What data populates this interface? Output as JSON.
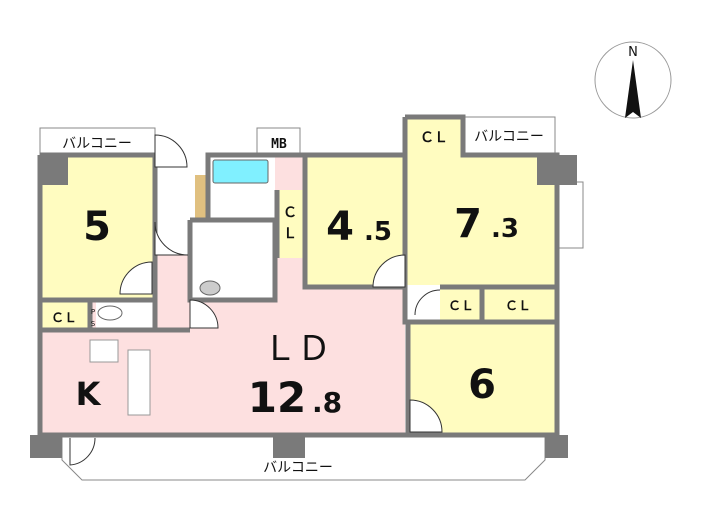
{
  "plan": {
    "rooms": {
      "room5": {
        "label": "5"
      },
      "room45": {
        "main": "4",
        "decimal": ".5"
      },
      "room73": {
        "main": "7",
        "decimal": ".3"
      },
      "room6": {
        "label": "6"
      },
      "ld": {
        "label": "ＬＤ",
        "main": "12",
        "decimal": ".8"
      },
      "kitchen": {
        "label": "K"
      }
    },
    "closets": {
      "cl_room5": "ＣＬ",
      "cl_vertical_top": "Ｃ",
      "cl_vertical_bottom": "Ｌ",
      "cl_top_right": "ＣＬ",
      "cl_small": "ＣＬ",
      "cl_room6": "ＣＬ"
    },
    "ps_top": "P",
    "ps_bottom": "S",
    "mb": "MB",
    "balconies": {
      "top_left": "バルコニー",
      "top_right": "バルコニー",
      "bottom": "バルコニー"
    },
    "compass": "N",
    "colors": {
      "room_yellow": "#fffcc0",
      "ld_pink": "#fde0e0",
      "wall": "#7a7a7a",
      "bathtub": "#80f0ff"
    }
  }
}
